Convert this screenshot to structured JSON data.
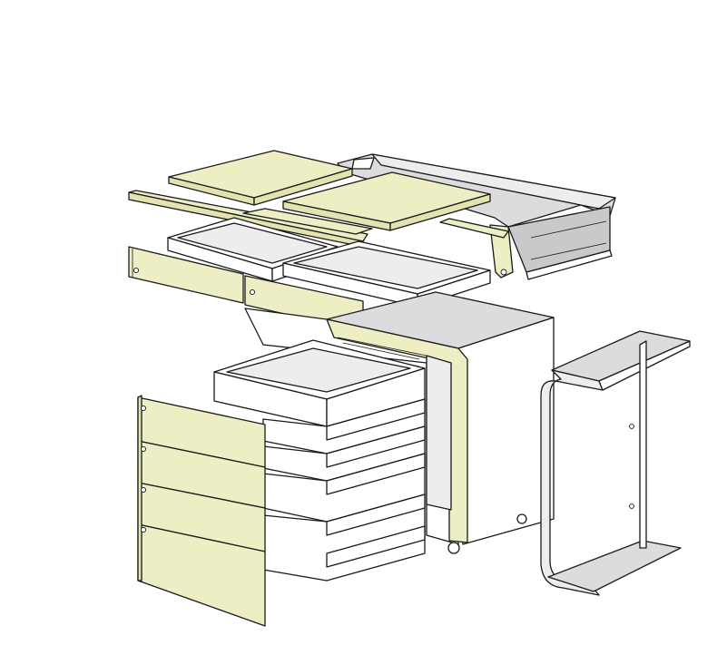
{
  "figure": {
    "kind": "exploded isometric view of a mobile drawer pedestal with desk-top extension",
    "colors": {
      "front_panels": "#eeeec4",
      "carcass": "#ffffff",
      "frame_metal": "#dcdcde",
      "outline": "#1a1a1a",
      "background": "#ffffff"
    },
    "parts": [
      "top-tray-unit",
      "top-lid-panels",
      "top-front-rail",
      "small-drawers",
      "top-fascia-panels",
      "main-cabinet",
      "large-drawer-stack",
      "drawer-front-panels",
      "u-frame-support",
      "castors"
    ]
  }
}
